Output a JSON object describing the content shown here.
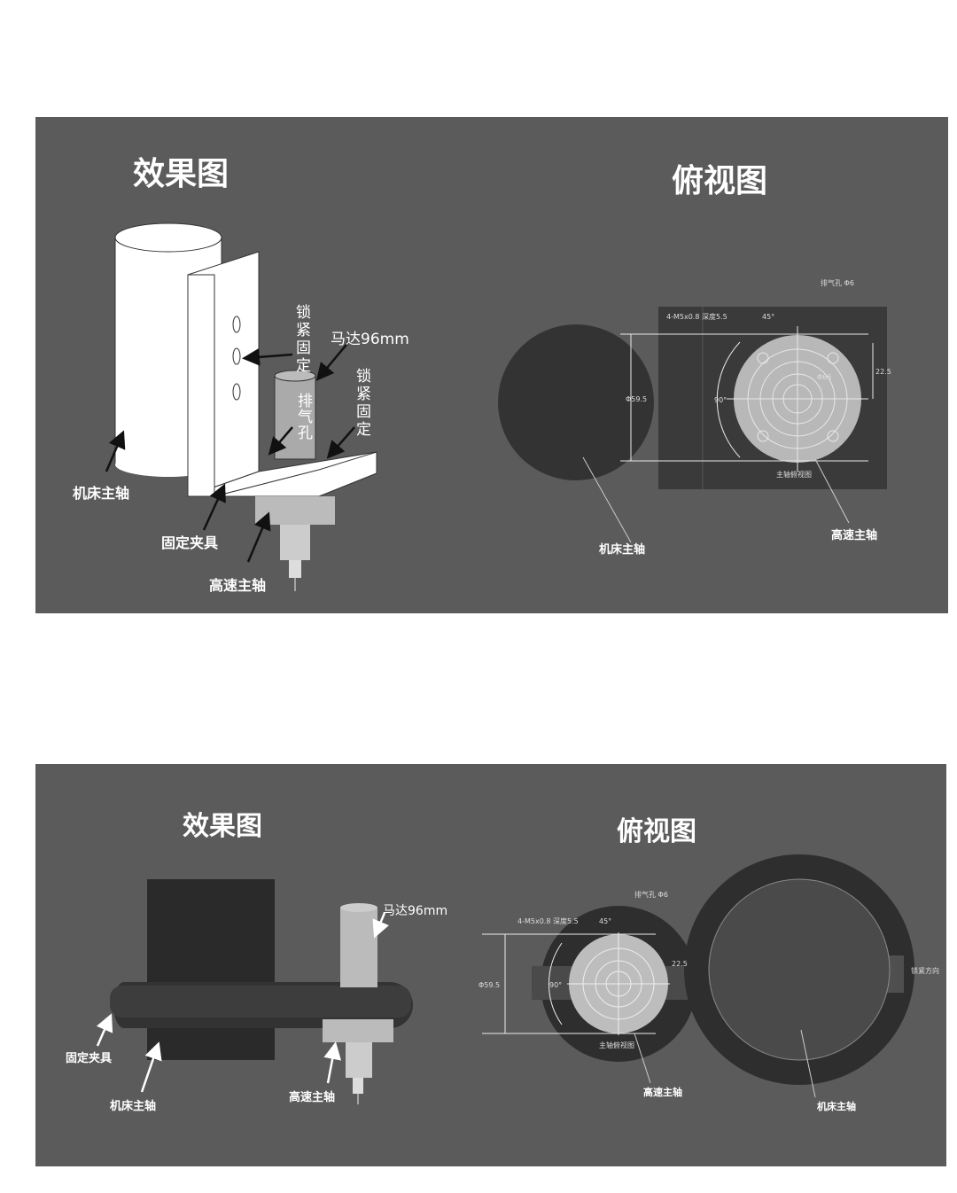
{
  "panel1": {
    "effect_title": "效果图",
    "top_title": "俯视图",
    "labels": {
      "lock_fix_1": [
        "锁",
        "紧",
        "固",
        "定"
      ],
      "motor": "马达96mm",
      "lock_fix_2": [
        "锁",
        "紧",
        "固",
        "定"
      ],
      "vent_hole": [
        "排",
        "气",
        "孔"
      ],
      "machine_spindle": "机床主轴",
      "fixture": "固定夹具",
      "hs_spindle": "高速主轴"
    },
    "dims": {
      "vent": "排气孔 Φ6",
      "thread": "4-M5x0.8 深度5.5",
      "angle45": "45°",
      "angle90": "90°",
      "d22": "22.5",
      "dia": "Φ59.5",
      "d66": "Φ66",
      "view": "主轴俯视图"
    },
    "top_labels": {
      "machine_spindle": "机床主轴",
      "hs_spindle": "高速主轴"
    }
  },
  "panel2": {
    "effect_title": "效果图",
    "top_title": "俯视图",
    "labels": {
      "motor": "马达96mm",
      "fixture": "固定夹具",
      "machine_spindle": "机床主轴",
      "hs_spindle": "高速主轴"
    },
    "dims": {
      "vent": "排气孔 Φ6",
      "thread": "4-M5x0.8 深度5.5",
      "angle45": "45°",
      "angle90": "90°",
      "d22": "22.5",
      "dia": "Φ59.5",
      "view": "主轴俯视图",
      "slot": "锁紧方向"
    },
    "top_labels": {
      "hs_spindle": "高速主轴",
      "machine_spindle": "机床主轴"
    }
  }
}
